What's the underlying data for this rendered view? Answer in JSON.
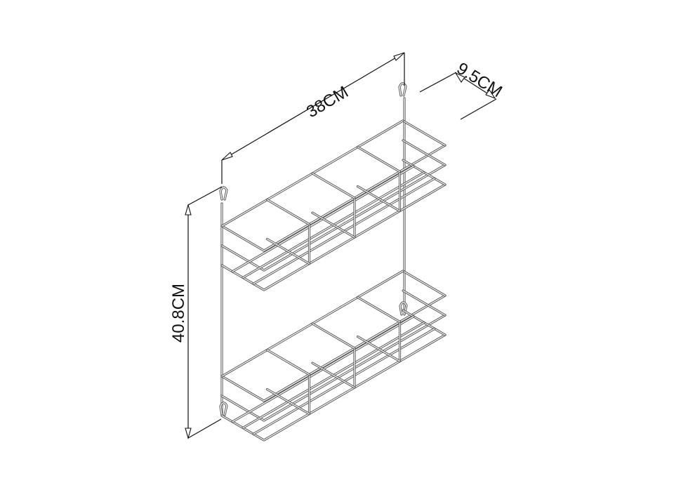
{
  "diagram": {
    "subject": "two-tier wire spice rack",
    "colors": {
      "background": "#ffffff",
      "wire": "#555555",
      "dimension_line": "#111111"
    },
    "dimensions": {
      "width": {
        "label": "38CM"
      },
      "depth": {
        "label": "9.5CM"
      },
      "height": {
        "label": "40.8CM"
      }
    },
    "shelves": [
      {
        "name": "upper-shelf"
      },
      {
        "name": "lower-shelf"
      }
    ]
  }
}
